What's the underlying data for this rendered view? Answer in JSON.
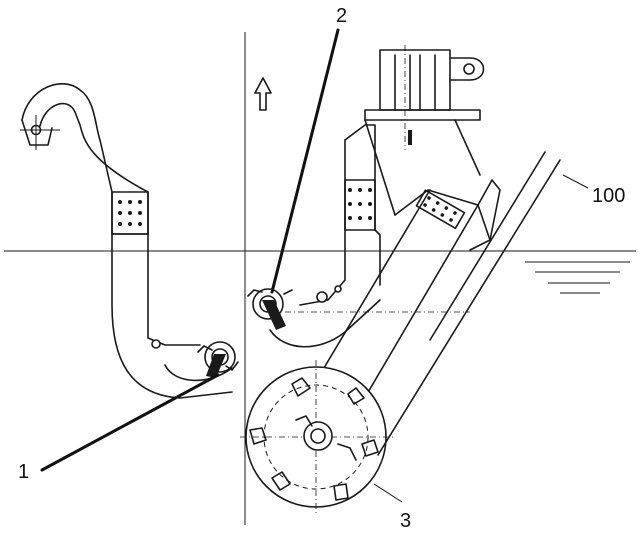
{
  "labels": {
    "part1": "1",
    "part2": "2",
    "part3": "3",
    "waterline": "100"
  },
  "icons": {
    "direction": "up-arrow-icon"
  },
  "colors": {
    "stroke": "#1a1a1a",
    "background": "#ffffff"
  }
}
